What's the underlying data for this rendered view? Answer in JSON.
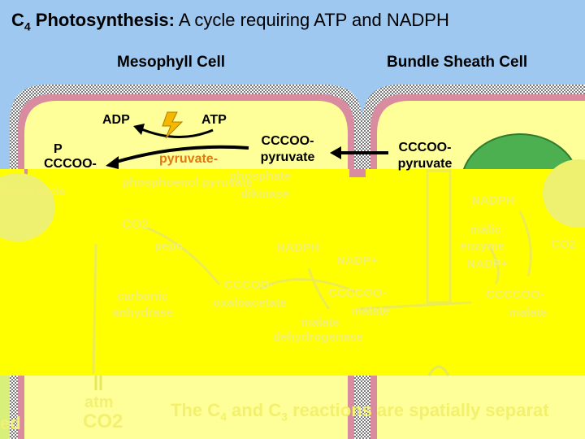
{
  "title": {
    "c": "C",
    "sub": "4",
    "rest": " Photosynthesis:",
    "subtitle": " A cycle requiring ATP and NADPH"
  },
  "cells": {
    "mesophyll": "Mesophyll Cell",
    "bundle_sheath": "Bundle Sheath Cell"
  },
  "labels": {
    "adp": "ADP",
    "atp": "ATP",
    "p": "P",
    "ccc_left": "CCCOO-",
    "pyruvate_orange": "pyruvate-",
    "ccc_mid_1": "CCCOO-",
    "ccc_mid_2": "pyruvate",
    "ccc_right_1": "CCCOO-",
    "ccc_right_2": "pyruvate"
  },
  "faint_labels": {
    "calvin": "Calvin cycle",
    "phosphoenol": "phosphoenol pyruvate",
    "ppdk_1": "phosphate",
    "ppdk_2": "dikinase",
    "co2": "CO2",
    "pepc": "pepc",
    "carbonic_1": "carbonic",
    "carbonic_2": "anhydrase",
    "oaa_1": "CCCOO-",
    "oaa_2": "oxaloacetate",
    "nadph_mid": "NADPH",
    "nadp_mid": "NADP+",
    "malate_mid_1": "CCCCOO-",
    "malate_mid_2": "malate",
    "mdh_1": "malate",
    "mdh_2": "dehydrogenase",
    "nadph_right": "NADPH",
    "malic_1": "malic",
    "malic_2": "enzyme",
    "nadp_right": "NADP+",
    "co2_right": "CO2",
    "malate_right_1": "CCCCOO-",
    "malate_right_2": "malate",
    "atm_1": "atm",
    "atm_2": "CO2",
    "left_edge": "ed"
  },
  "bottom_note": {
    "a": "The C",
    "s1": "4",
    "b": " and C",
    "s2": "3",
    "c": " reactions are spatially separat"
  },
  "colors": {
    "background": "#9ec8ef",
    "cytoplasm": "#ffff00",
    "upper_cytoplasm": "#ffff99",
    "membrane": "#d98ca0",
    "chloroplast": "#4caf50",
    "ground": "#d8f07a",
    "atp_bolt": "#f5b800"
  }
}
